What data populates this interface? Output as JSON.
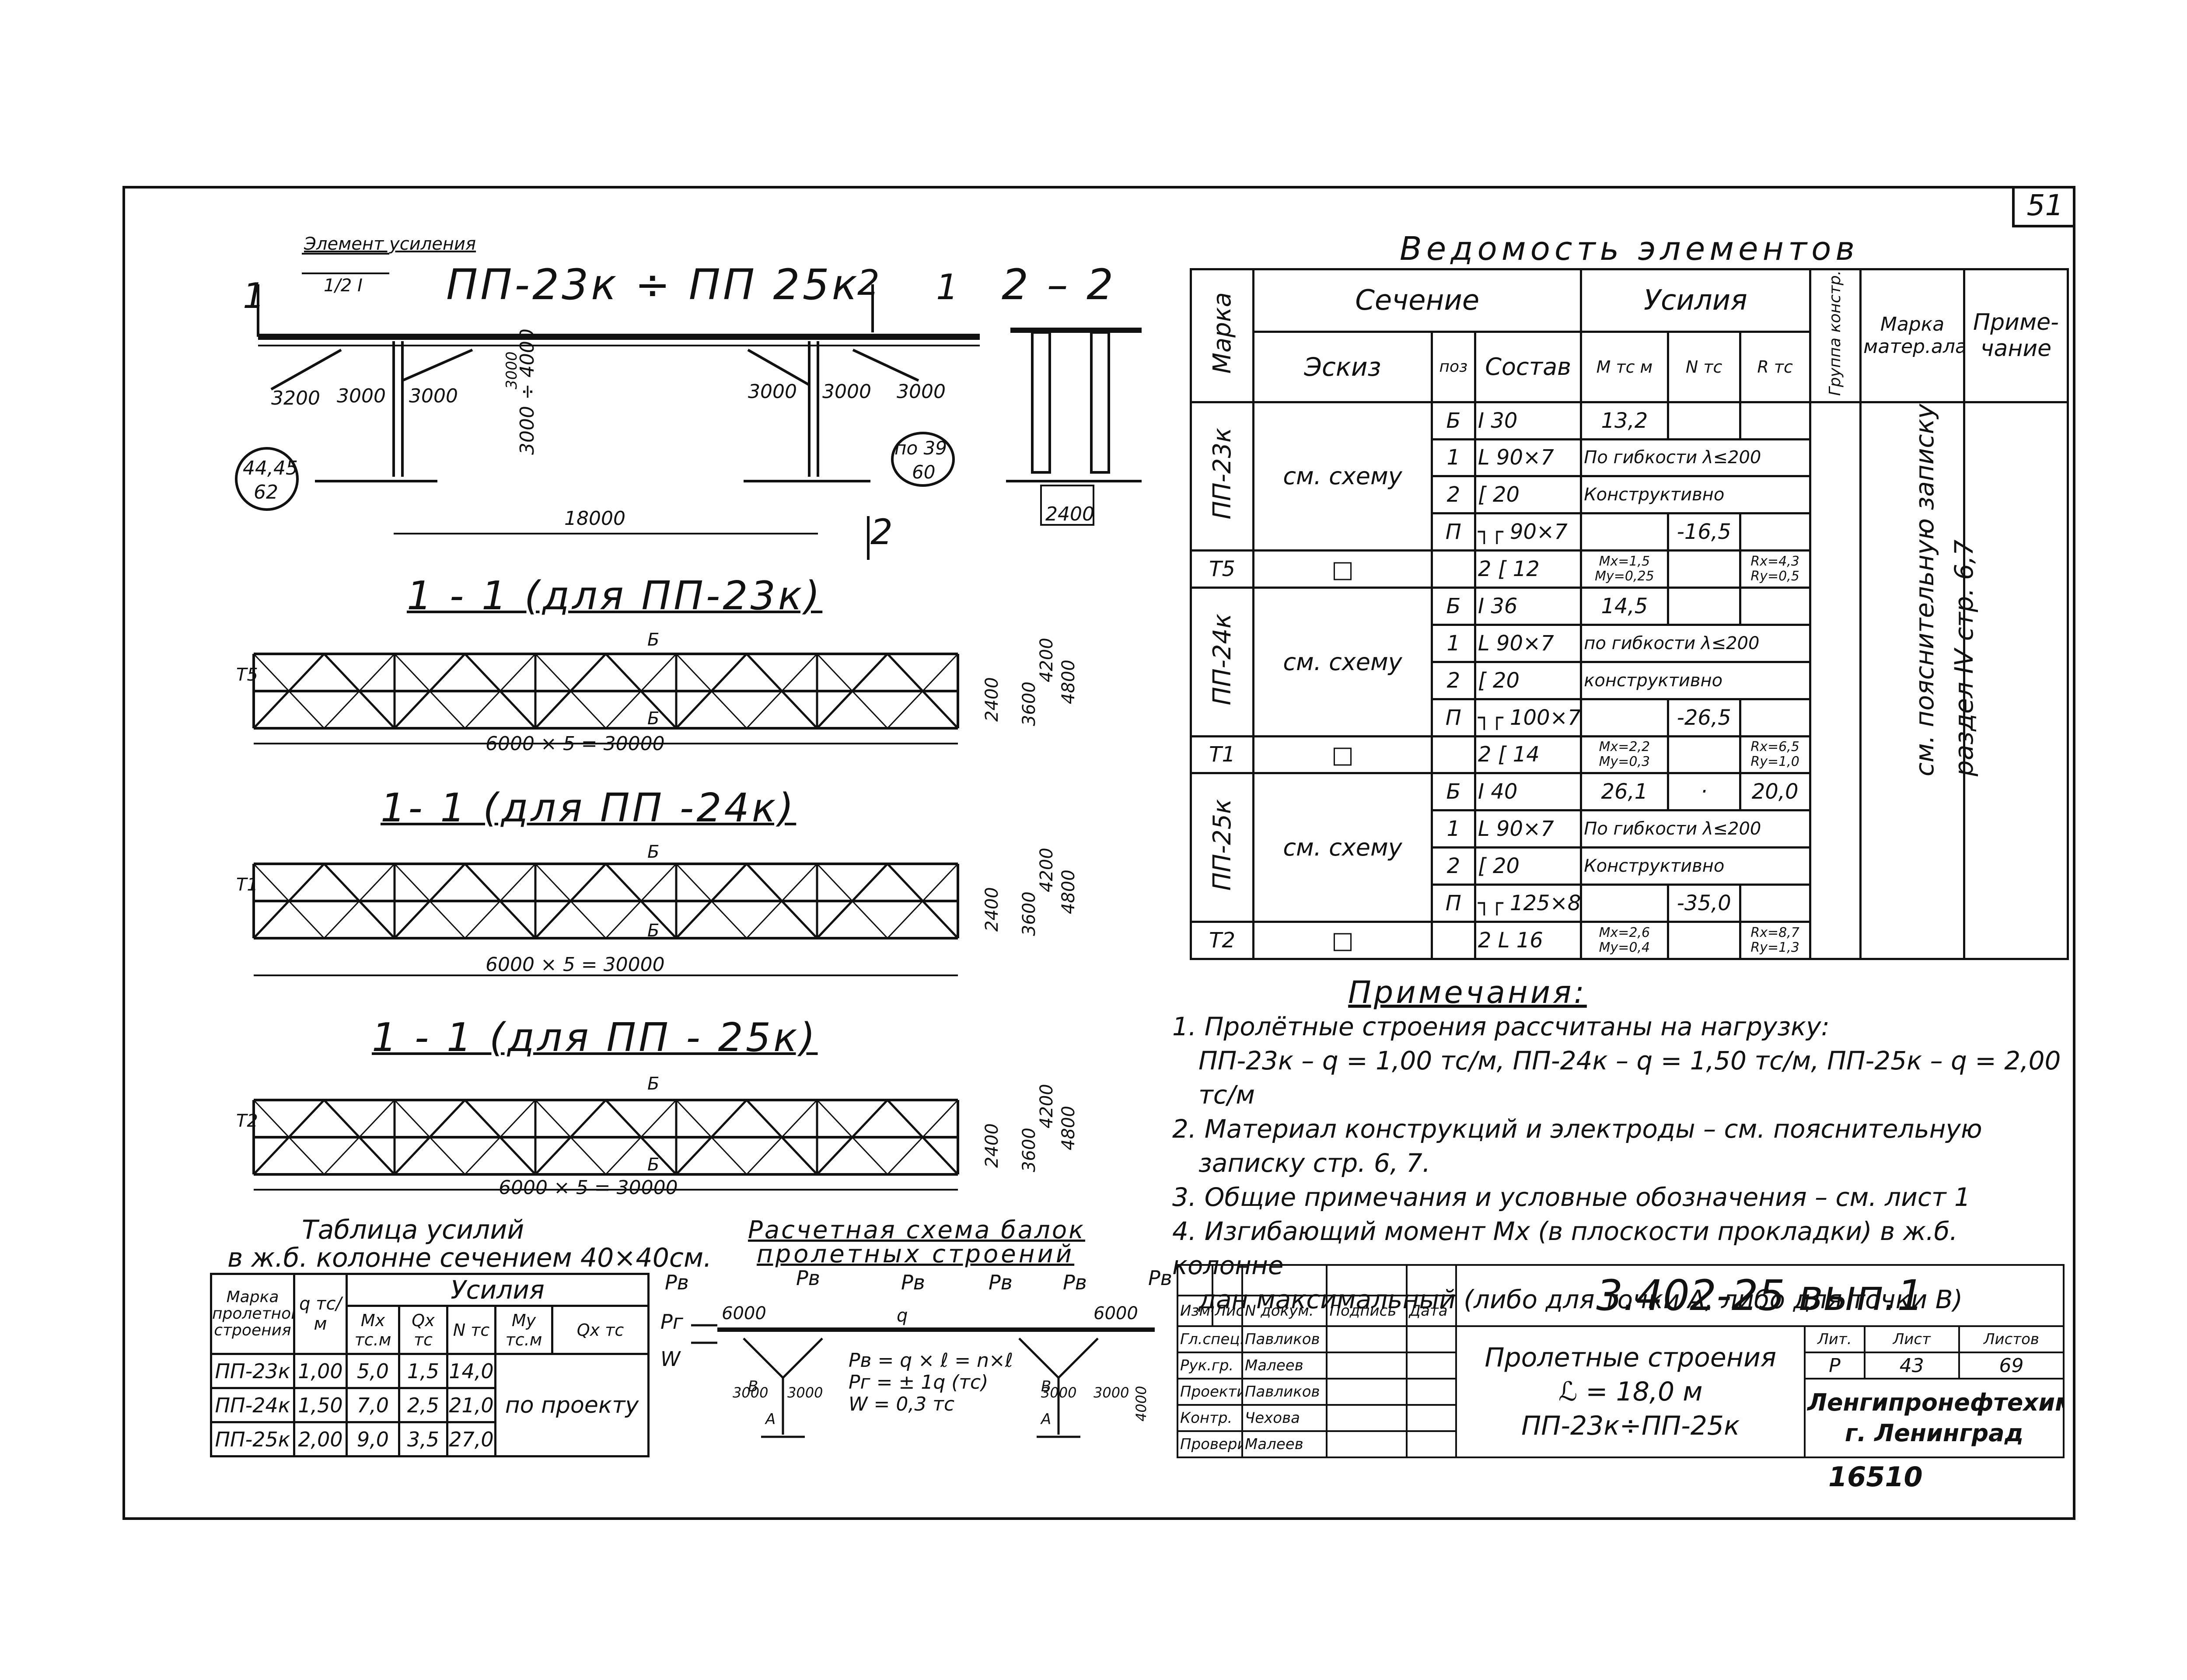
{
  "sheet_number": "51",
  "doc_number": "16510",
  "drawing": {
    "main_title": "ПП-23к ÷ ПП 25к",
    "element_label": "Элемент усиления",
    "element_fraction": "1/2 I",
    "cut_1": "1",
    "cut_2": "2",
    "section_title": "2 – 2",
    "dims_top": [
      "3200",
      "3000",
      "3000",
      "3000",
      "3000",
      "3000"
    ],
    "height_range": "3000 ÷ 4000",
    "span": "18000",
    "height_mark": "3000",
    "ref_left": "44,45",
    "ref_left_sub": "62",
    "ref_right": "по 39",
    "ref_right_sub": "60",
    "width_2400": "2400",
    "plan_23_title": "1 - 1  (для ПП-23к)",
    "plan_24_title": "1- 1  (для ПП -24к)",
    "plan_25_title": "1 - 1  (для ПП - 25к)",
    "plan_total": "6000 × 5 = 30000",
    "plan_dims": [
      "2400",
      "3600",
      "4200",
      "4800"
    ],
    "member_b": "Б",
    "member_1": "1",
    "member_2": "2",
    "member_t5": "Т5",
    "member_t1": "Т1",
    "member_t2": "Т2",
    "member_p": "П"
  },
  "statement": {
    "title": "Ведомость элементов",
    "headers": {
      "marka": "Марка",
      "section": "Сечение",
      "sketch": "Эскиз",
      "pos": "поз",
      "composition": "Состав",
      "forces": "Усилия",
      "m": "М тс м",
      "n": "N тс",
      "r": "R тс",
      "group": "Группа констр.",
      "material": "Марка матер.ала",
      "note": "Приме- чание"
    },
    "rows": [
      {
        "marka": "ПП-23к",
        "sketch": "см. схему",
        "pos": "Б",
        "comp": "I 30",
        "m": "13,2",
        "n": "",
        "r": ""
      },
      {
        "marka": "",
        "sketch": "",
        "pos": "1",
        "comp": "L 90×7",
        "m": "По гибкости λ≤200",
        "n": "",
        "r": ""
      },
      {
        "marka": "",
        "sketch": "",
        "pos": "2",
        "comp": "[ 20",
        "m": "Конструктивно",
        "n": "",
        "r": ""
      },
      {
        "marka": "",
        "sketch": "",
        "pos": "П",
        "comp": "┐┌ 90×7",
        "m": "",
        "n": "-16,5",
        "r": ""
      },
      {
        "marka": "Т5",
        "sketch": "□",
        "pos": "",
        "comp": "2 [ 12",
        "m": "Mx=1,5 My=0,25",
        "n": "",
        "r": "Rx=4,3 Ry=0,5"
      },
      {
        "marka": "ПП-24к",
        "sketch": "см. схему",
        "pos": "Б",
        "comp": "I 36",
        "m": "14,5",
        "n": "",
        "r": ""
      },
      {
        "marka": "",
        "sketch": "",
        "pos": "1",
        "comp": "L 90×7",
        "m": "по гибкости λ≤200",
        "n": "",
        "r": ""
      },
      {
        "marka": "",
        "sketch": "",
        "pos": "2",
        "comp": "[ 20",
        "m": "конструктивно",
        "n": "",
        "r": ""
      },
      {
        "marka": "",
        "sketch": "",
        "pos": "П",
        "comp": "┐┌ 100×7",
        "m": "",
        "n": "-26,5",
        "r": ""
      },
      {
        "marka": "Т1",
        "sketch": "□",
        "pos": "",
        "comp": "2 [ 14",
        "m": "Mx=2,2 My=0,3",
        "n": "",
        "r": "Rx=6,5 Ry=1,0"
      },
      {
        "marka": "ПП-25к",
        "sketch": "см. схему",
        "pos": "Б",
        "comp": "I 40",
        "m": "26,1",
        "n": "·",
        "r": "20,0"
      },
      {
        "marka": "",
        "sketch": "",
        "pos": "1",
        "comp": "L 90×7",
        "m": "По гибкости λ≤200",
        "n": "",
        "r": ""
      },
      {
        "marka": "",
        "sketch": "",
        "pos": "2",
        "comp": "[ 20",
        "m": "Конструктивно",
        "n": "",
        "r": ""
      },
      {
        "marka": "",
        "sketch": "",
        "pos": "П",
        "comp": "┐┌ 125×8",
        "m": "",
        "n": "-35,0",
        "r": ""
      },
      {
        "marka": "Т2",
        "sketch": "□",
        "pos": "",
        "comp": "2 L 16",
        "m": "Mx=2,6 My=0,4",
        "n": "",
        "r": "Rx=8,7 Ry=1,3"
      }
    ],
    "material_note": "см. пояснительную записку раздел IV стр. 6,7"
  },
  "notes": {
    "heading": "Примечания:",
    "items": [
      "1. Пролётные строения рассчитаны на нагрузку:",
      "ПП-23к – q = 1,00 тс/м,   ПП-24к – q = 1,50 тс/м, ПП-25к – q = 2,00 тс/м",
      "2. Материал конструкций и электроды – см. пояснительную",
      "записку стр. 6, 7.",
      "3. Общие примечания и условные обозначения – см. лист 1",
      "4. Изгибающий момент Mx (в плоскости прокладки) в ж.б. колонне",
      "дан максимальный (либо для точки А, либо для точки В)"
    ]
  },
  "forces_table": {
    "title_line1": "Таблица усилий",
    "title_line2": "в ж.б. колонне сечением 40×40см.",
    "h_marka": "Марка пролетного строения",
    "h_q": "q тс/м",
    "h_forces": "Усилия",
    "h_mx": "Mx тс.м",
    "h_qx": "Qx тс",
    "h_n": "N тс",
    "h_my": "My тс.м",
    "h_qy": "Qx тс",
    "rows": [
      {
        "marka": "ПП-23к",
        "q": "1,00",
        "mx": "5,0",
        "qx": "1,5",
        "n": "14,0"
      },
      {
        "marka": "ПП-24к",
        "q": "1,50",
        "mx": "7,0",
        "qx": "2,5",
        "n": "21,0"
      },
      {
        "marka": "ПП-25к",
        "q": "2,00",
        "mx": "9,0",
        "qx": "3,5",
        "n": "27,0"
      }
    ],
    "by_project": "по проекту"
  },
  "calc_scheme": {
    "title_line1": "Расчетная схема балок",
    "title_line2": "пролетных строений",
    "pb": "Pв",
    "pr": "Pг",
    "w": "W",
    "q": "q",
    "span_6000": "6000",
    "dim_3000": "3000",
    "dim_4000": "4000",
    "point_a": "A",
    "point_b": "B",
    "formula_1": "Pв = q × ℓ = n×ℓ",
    "formula_2": "Pг = ± 1q (тс)",
    "formula_3": "W = 0,3 тс"
  },
  "stamp": {
    "code": "3.402-25 вып.1",
    "title_1": "Пролетные строения",
    "title_2": "ℒ = 18,0 м",
    "title_3": "ПП-23к÷ПП-25к",
    "stage_h": "Лит.",
    "sheet_h": "Лист",
    "sheets_h": "Листов",
    "stage": "Р",
    "sheet": "43",
    "sheets": "69",
    "org_1": "Ленгипронефтехим",
    "org_2": "г. Ленинград",
    "cols": [
      "Изм",
      "Лист",
      "N докум.",
      "Подпись",
      "Дата"
    ],
    "people": [
      {
        "role": "Гл.спец.",
        "name": "Павликов"
      },
      {
        "role": "Рук.гр.",
        "name": "Малеев"
      },
      {
        "role": "Проектир.",
        "name": "Павликов"
      },
      {
        "role": "Контр.",
        "name": "Чехова"
      },
      {
        "role": "Проверил",
        "name": "Малеев"
      }
    ]
  }
}
